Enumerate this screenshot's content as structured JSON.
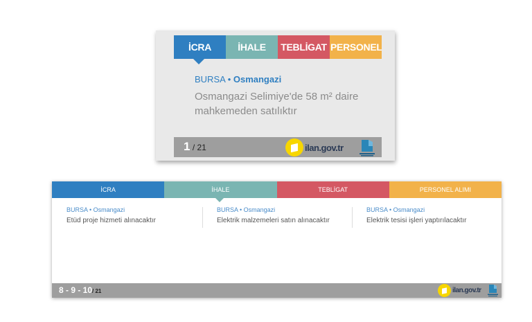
{
  "colors": {
    "icra": "#2f7fc1",
    "ihale": "#7ab5b2",
    "tebligat": "#d45863",
    "personel": "#f2b24a",
    "footer": "#9e9e9e",
    "logo_yellow": "#f7d600"
  },
  "small_widget": {
    "tabs": [
      "İCRA",
      "İHALE",
      "TEBLİGAT",
      "PERSONEL A"
    ],
    "active_tab": "İCRA",
    "location_city": "BURSA",
    "location_sep": " • ",
    "location_district": "Osmangazi",
    "title": "Osmangazi Selimiye'de 58 m² daire mahkemeden satılıktır",
    "page_current": "1",
    "page_total": "/ 21",
    "logo_text": "ilan.gov.tr"
  },
  "wide_widget": {
    "tabs": [
      "İCRA",
      "İHALE",
      "TEBLİGAT",
      "PERSONEL ALIMI"
    ],
    "active_tab": "İHALE",
    "items": [
      {
        "location": "BURSA • Osmangazi",
        "title": "Etüd proje hizmeti alınacaktır"
      },
      {
        "location": "BURSA • Osmangazi",
        "title": "Elektrik malzemeleri satın alınacaktır"
      },
      {
        "location": "BURSA • Osmangazi",
        "title": "Elektrik tesisi işleri yaptırılacaktır"
      }
    ],
    "page_current": "8 - 9 - 10",
    "page_total": "/ 21",
    "logo_text": "ilan.gov.tr"
  }
}
